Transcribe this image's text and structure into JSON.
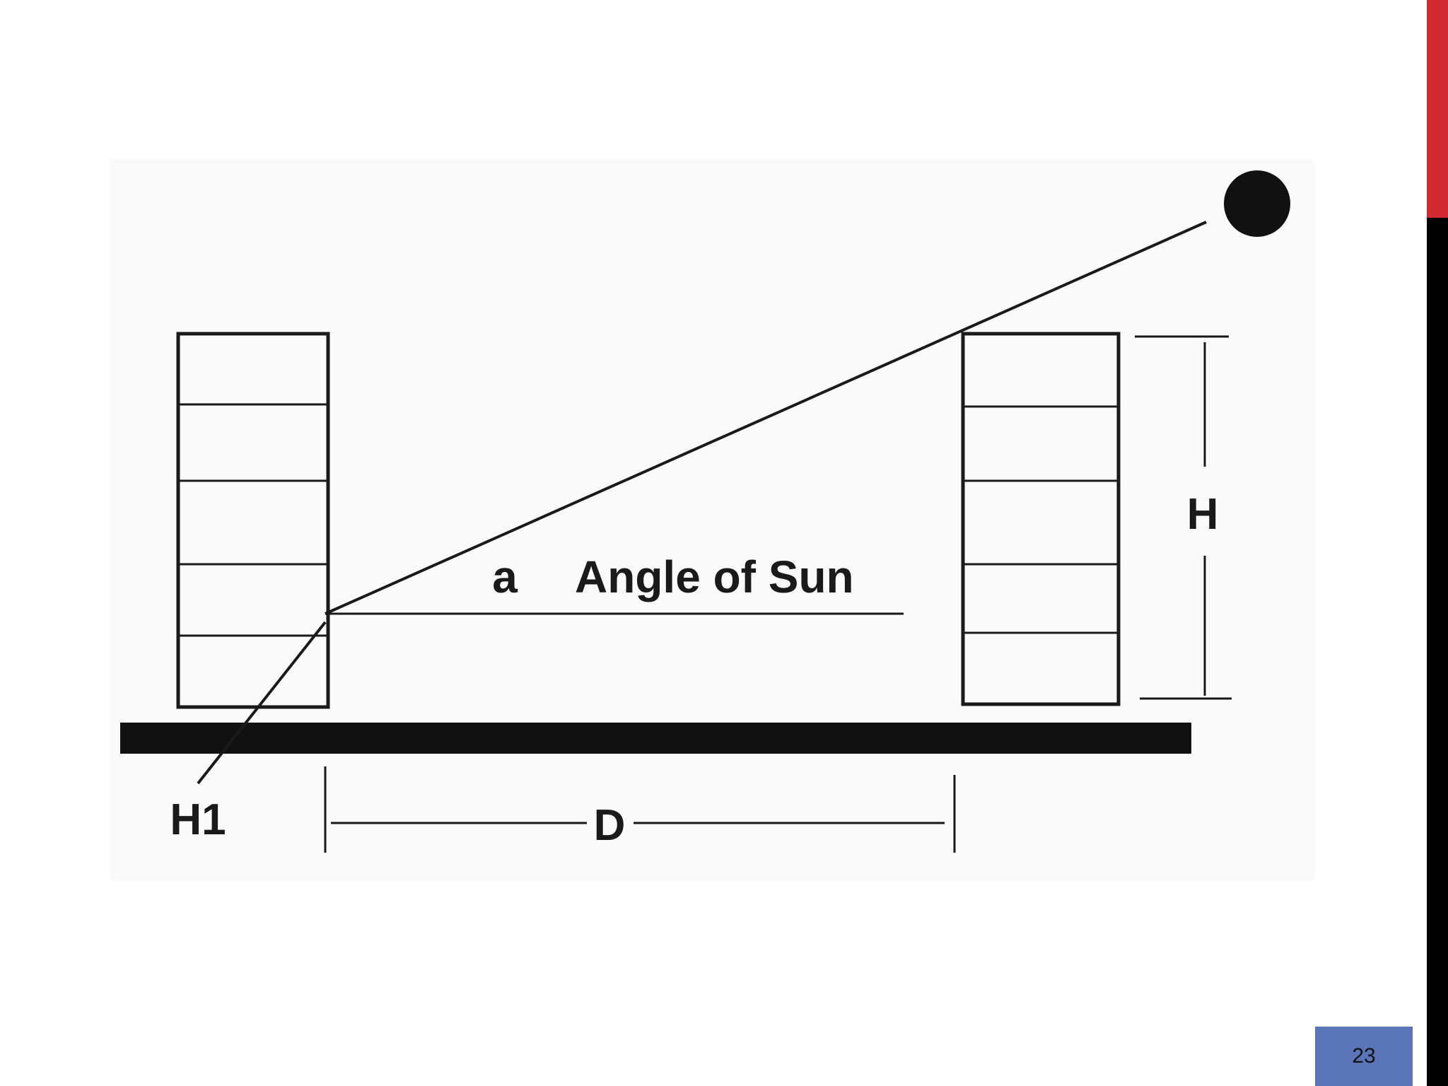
{
  "slide": {
    "page_number": "23",
    "accent_red": "#d12a33",
    "accent_black": "#000000",
    "page_box_color": "#5b76b8"
  },
  "diagram": {
    "angle_symbol": "a",
    "angle_caption": "Angle of Sun",
    "height_label": "H",
    "shadow_label": "H1",
    "distance_label": "D",
    "sun_icon": "filled-circle"
  }
}
